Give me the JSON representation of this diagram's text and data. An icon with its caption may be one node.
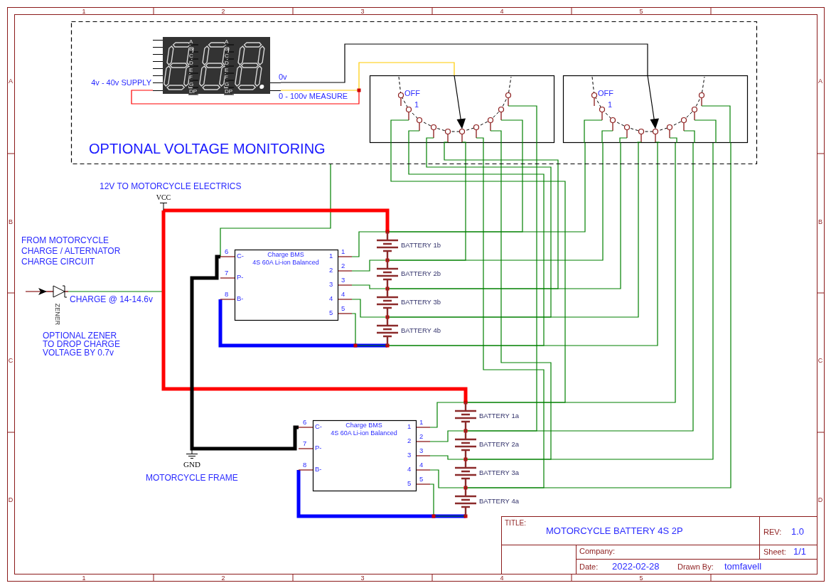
{
  "diagram": {
    "nodes": [
      {
        "text": [
          "OPTIONAL VOLTAGE MONITORING"
        ]
      },
      {
        "text": [],
        "shape": "picture",
        "in": 0,
        "beside": [
          "4v - 40v SUPPLY",
          "0v",
          "0 - 100v MEASURE"
        ]
      },
      {
        "text": [
          "OFF",
          "1"
        ],
        "in": 0
      },
      {
        "text": [
          "OFF",
          "1"
        ],
        "in": 0
      },
      {
        "text": [
          "VCC"
        ]
      },
      {
        "text": [
          "Charge BMS",
          "4S 60A Li-ion Balanced",
          "C-",
          "P-",
          "B-",
          "1",
          "2",
          "3",
          "4",
          "5"
        ],
        "beside": [
          "6",
          "7",
          "8",
          "1",
          "2",
          "3",
          "4",
          "5"
        ]
      },
      {
        "text": [
          "BATTERY 1b"
        ]
      },
      {
        "text": [
          "BATTERY 2b"
        ]
      },
      {
        "text": [
          "BATTERY 3b"
        ]
      },
      {
        "text": [
          "BATTERY 4b"
        ]
      },
      {
        "text": [
          "ZENER"
        ]
      },
      {
        "text": [
          "GND"
        ]
      },
      {
        "text": [
          "Charge BMS",
          "4S 60A Li-ion Balanced",
          "C-",
          "P-",
          "B-",
          "1",
          "2",
          "3",
          "4",
          "5"
        ],
        "beside": [
          "6",
          "7",
          "8",
          "1",
          "2",
          "3",
          "4",
          "5"
        ]
      },
      {
        "text": [
          "BATTERY 1a"
        ]
      },
      {
        "text": [
          "BATTERY 2a"
        ]
      },
      {
        "text": [
          "BATTERY 3a"
        ]
      },
      {
        "text": [
          "BATTERY 4a"
        ]
      }
    ],
    "edges": [
      {
        "from": 1,
        "to": 3,
        "arrow": "none",
        "color": "#000000"
      },
      {
        "from": 1,
        "to": 2,
        "arrow": "none",
        "color": "#ffcc00"
      },
      {
        "from": 0,
        "to": 5,
        "arrow": "none"
      },
      {
        "from": null,
        "to": 10,
        "arrow": "to",
        "color": "#8b1a1a"
      },
      {
        "from": 10,
        "to": null,
        "arrow": "none",
        "label": "CHARGE @ 14-14.6v"
      },
      {
        "from": 4,
        "to": 6,
        "arrow": "none",
        "style": "thick",
        "color": "#ff0000"
      },
      {
        "from": 4,
        "to": 13,
        "arrow": "none",
        "style": "thick",
        "color": "#ff0000"
      },
      {
        "from": 11,
        "to": 5,
        "arrow": "none",
        "style": "thick",
        "color": "#000000"
      },
      {
        "from": 11,
        "to": 12,
        "arrow": "none",
        "style": "thick",
        "color": "#000000"
      },
      {
        "from": 5,
        "to": 9,
        "arrow": "none",
        "style": "thick",
        "color": "#0000ff"
      },
      {
        "from": 12,
        "to": 16,
        "arrow": "none",
        "style": "thick",
        "color": "#0000ff"
      },
      {
        "from": 5,
        "to": 6,
        "arrow": "none"
      },
      {
        "from": 5,
        "to": 7,
        "arrow": "none"
      },
      {
        "from": 5,
        "to": 8,
        "arrow": "none"
      },
      {
        "from": 5,
        "to": 9,
        "arrow": "none"
      },
      {
        "from": 5,
        "to": 9,
        "arrow": "none"
      },
      {
        "from": 12,
        "to": 13,
        "arrow": "none"
      },
      {
        "from": 12,
        "to": 14,
        "arrow": "none"
      },
      {
        "from": 12,
        "to": 15,
        "arrow": "none"
      },
      {
        "from": 12,
        "to": 16,
        "arrow": "none"
      },
      {
        "from": 12,
        "to": 16,
        "arrow": "none"
      },
      {
        "from": 2,
        "to": 13,
        "arrow": "none"
      },
      {
        "from": 2,
        "to": 9,
        "arrow": "none"
      },
      {
        "from": 2,
        "to": 9,
        "arrow": "none"
      },
      {
        "from": 2,
        "to": 8,
        "arrow": "none"
      },
      {
        "from": 2,
        "to": 7,
        "arrow": "none"
      },
      {
        "from": 2,
        "to": 16,
        "arrow": "none"
      },
      {
        "from": 2,
        "to": 15,
        "arrow": "none"
      },
      {
        "from": 2,
        "to": 6,
        "arrow": "none"
      },
      {
        "from": 2,
        "to": 14,
        "arrow": "none"
      },
      {
        "from": 3,
        "to": 6,
        "arrow": "none"
      },
      {
        "from": 3,
        "to": 7,
        "arrow": "none"
      },
      {
        "from": 3,
        "to": 8,
        "arrow": "none"
      },
      {
        "from": 3,
        "to": 9,
        "arrow": "none"
      },
      {
        "from": 3,
        "to": 9,
        "arrow": "none"
      },
      {
        "from": 3,
        "to": 13,
        "arrow": "none"
      },
      {
        "from": 3,
        "to": 14,
        "arrow": "none"
      },
      {
        "from": 3,
        "to": 15,
        "arrow": "none"
      },
      {
        "from": 3,
        "to": 16,
        "arrow": "none"
      }
    ],
    "labels": [
      "1",
      "2",
      "3",
      "4",
      "5",
      "A",
      "B",
      "C",
      "D",
      "E",
      "F",
      "G",
      "DP",
      "A",
      "B",
      "C",
      "D",
      "E",
      "F",
      "G",
      "DP",
      "12V TO MOTORCYCLE ELECTRICS",
      "FROM MOTORCYCLE CHARGE / ALTERNATOR CHARGE CIRCUIT",
      "OPTIONAL ZENER TO DROP CHARGE VOLTAGE BY 0.7v",
      "MOTORCYCLE FRAME",
      "TITLE:",
      "MOTORCYCLE BATTERY 4S 2P",
      "REV:",
      "1.0",
      "Company:",
      "Sheet:",
      "1/1",
      "Date:",
      "2022-02-28",
      "Drawn By:",
      "tomfavell",
      "1",
      "2",
      "3",
      "4",
      "5",
      "A",
      "B",
      "C",
      "D",
      "A",
      "B",
      "C",
      "D"
    ]
  }
}
